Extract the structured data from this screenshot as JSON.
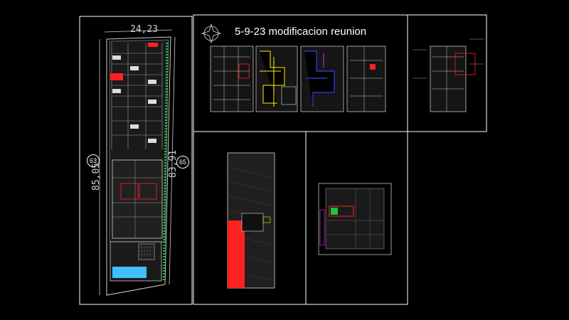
{
  "drawing": {
    "title": "5-9-23 modificacion reunion",
    "dimensions": {
      "top_width": "24,23",
      "left_length": "85,05",
      "right_length": "83,91"
    },
    "markers": {
      "left_marker": "63",
      "right_marker": "65"
    },
    "colors": {
      "background": "#000000",
      "frame": "#ffffff",
      "accent_red": "#ff2020",
      "accent_green": "#20c040",
      "accent_yellow": "#ffee00",
      "accent_blue": "#3040ff",
      "accent_magenta": "#ff40ff",
      "accent_cyan": "#40e0ff"
    },
    "icons": {
      "north_arrow": "compass-star-icon"
    }
  }
}
